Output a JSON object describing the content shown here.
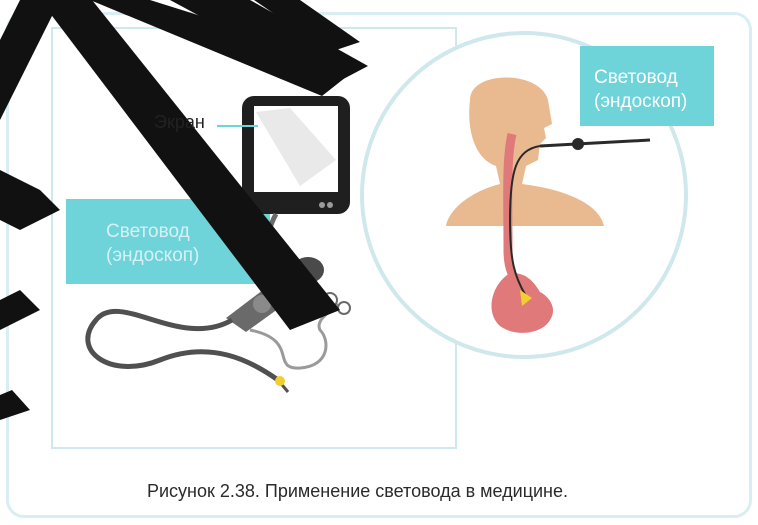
{
  "figure": {
    "label_screen": "Экран",
    "callout_left": {
      "line1": "Световод",
      "line2": "(эндоскоп)"
    },
    "callout_right": {
      "line1": "Световод",
      "line2": "(эндоскоп)"
    },
    "caption": "Рисунок 2.38. Применение световода в медицине."
  },
  "colors": {
    "callout_teal": "#6fd3da",
    "skin": "#e9b98f",
    "stomach": "#e07a7a",
    "frame_border": "#cfe8ec",
    "watermark": "#111111"
  }
}
